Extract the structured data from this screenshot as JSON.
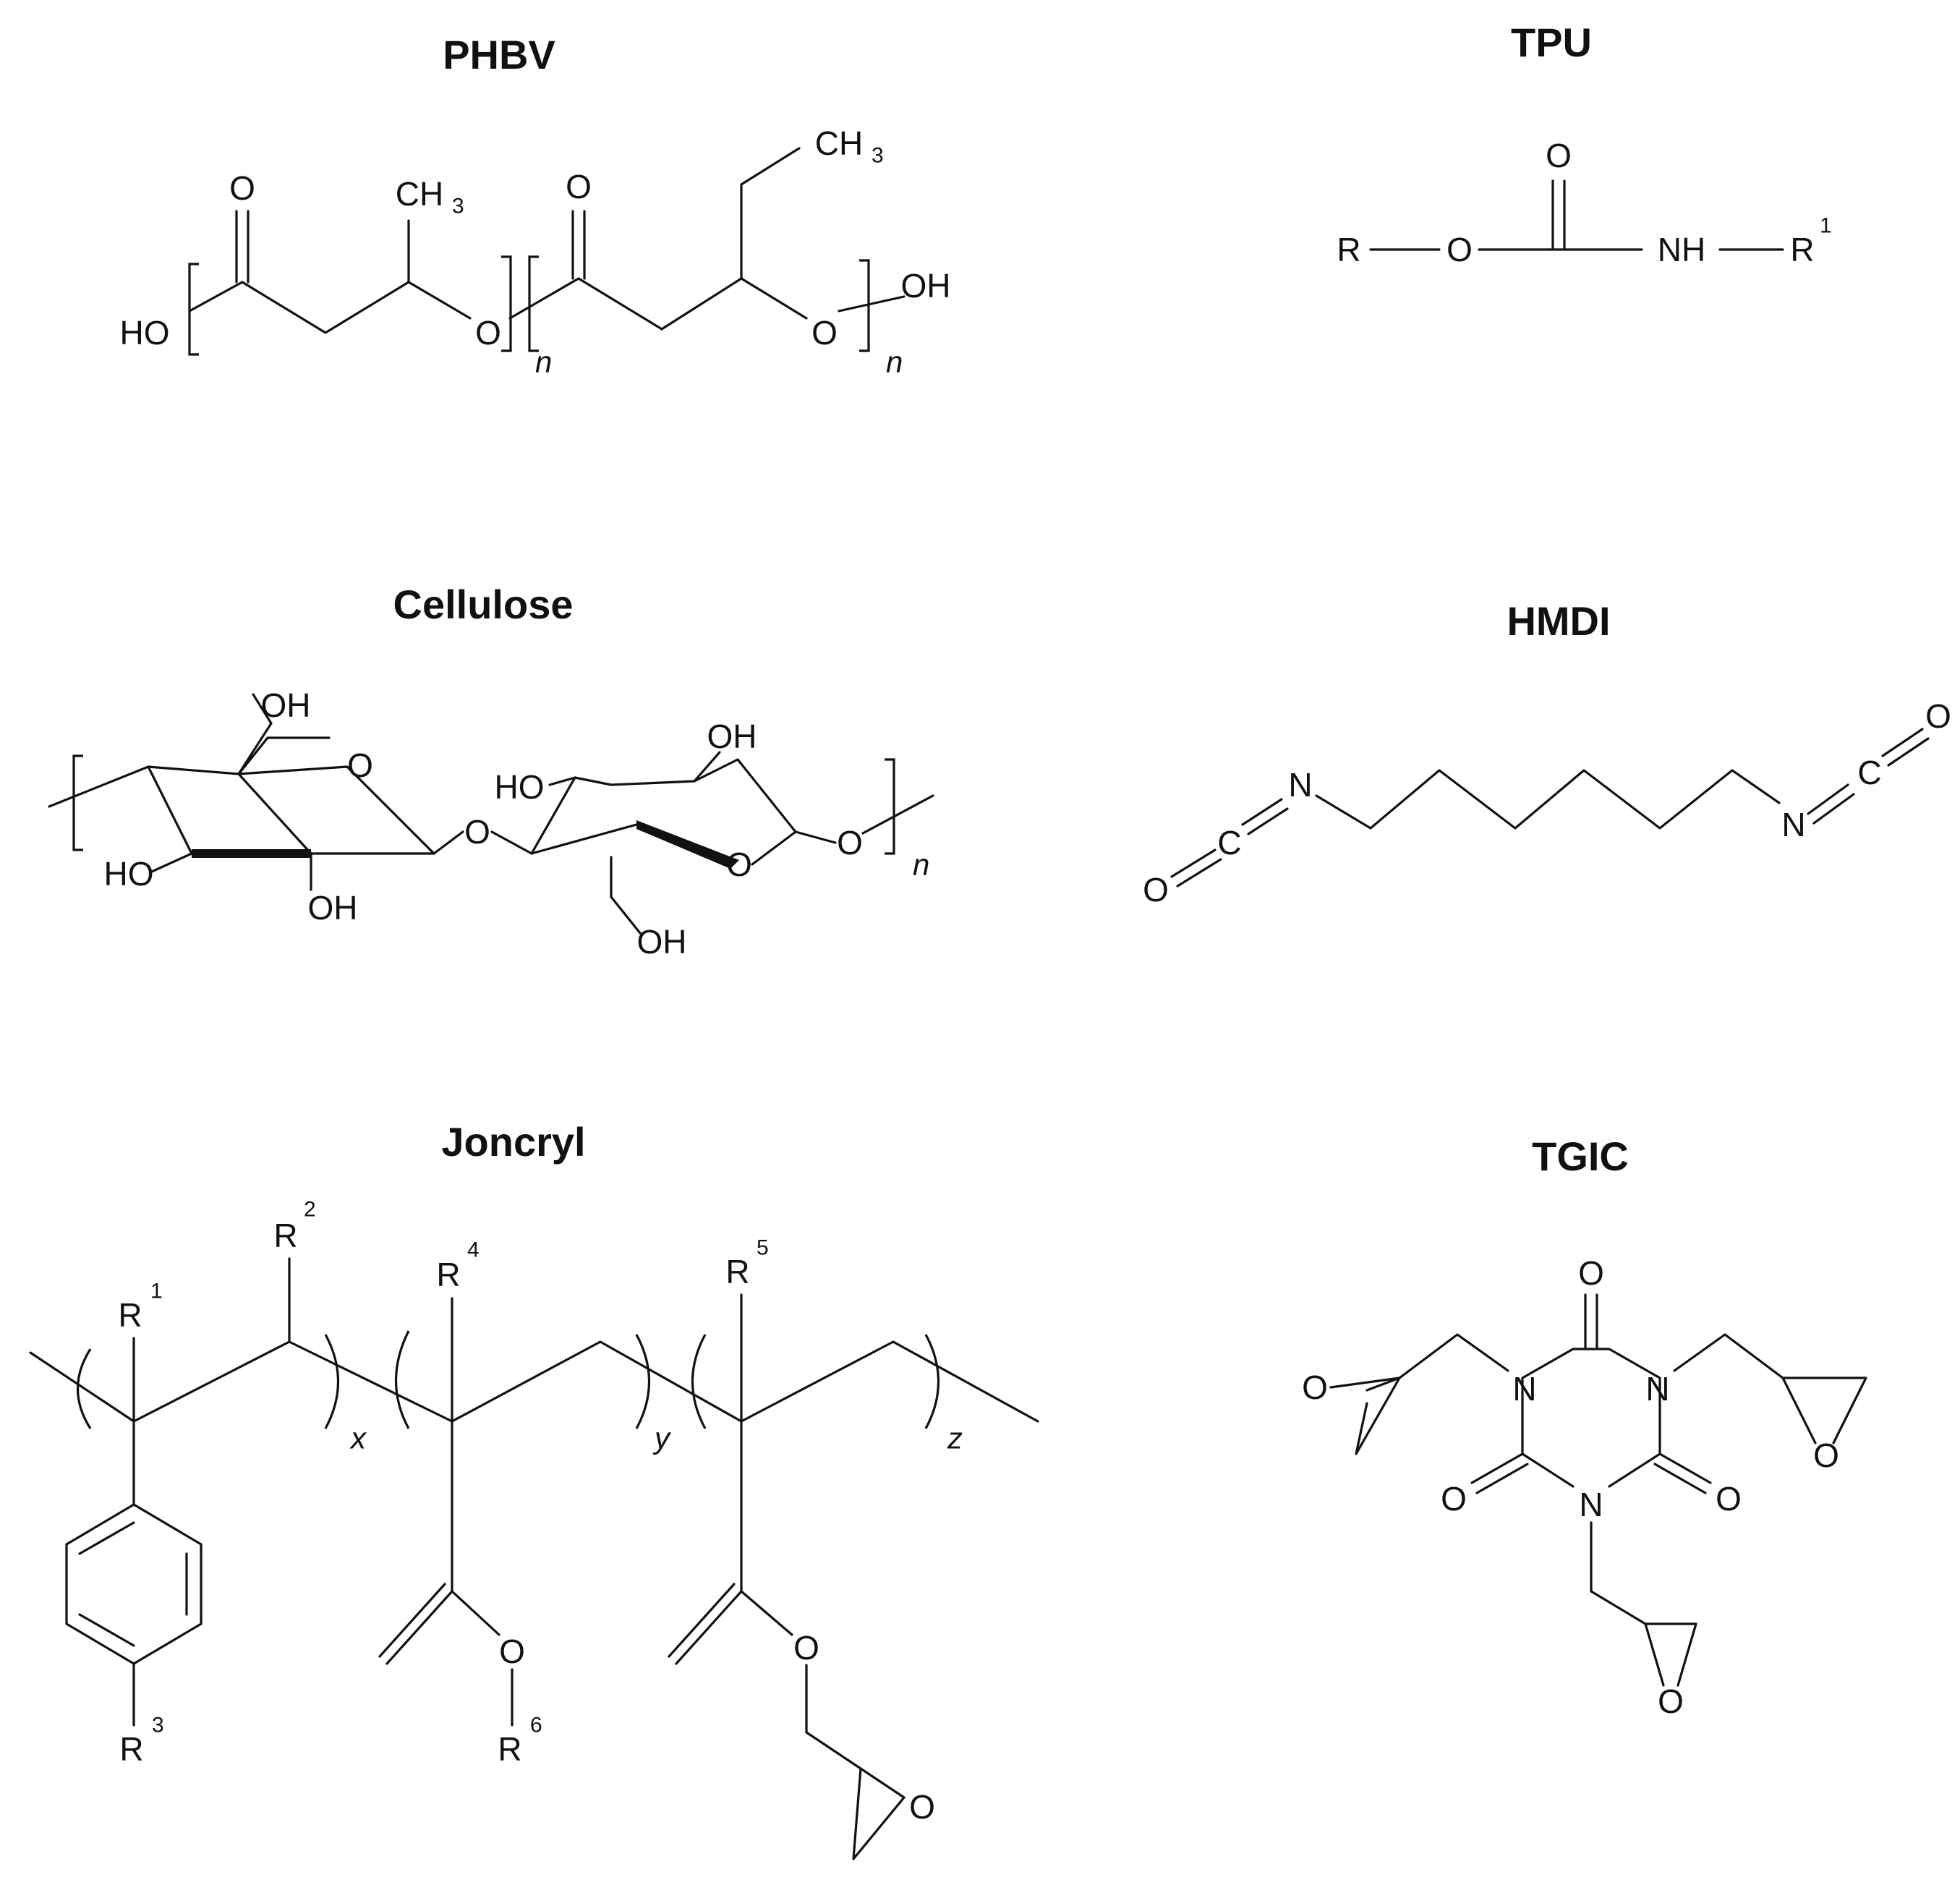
{
  "structures": {
    "phbv": {
      "title": "PHBV",
      "labels": {
        "ho": "HO",
        "oh": "OH",
        "o1": "O",
        "o2": "O",
        "o3": "O",
        "o4": "O",
        "ch3a": "CH",
        "ch3b": "CH",
        "sub3": "3",
        "n1": "n",
        "n2": "n"
      }
    },
    "tpu": {
      "title": "TPU",
      "labels": {
        "r": "R",
        "o_ester": "O",
        "o_carbonyl": "O",
        "nh": "NH",
        "r1": "R",
        "sup1": "1"
      }
    },
    "cellulose": {
      "title": "Cellulose",
      "labels": {
        "oh": "OH",
        "ho": "HO",
        "o": "O",
        "n": "n"
      }
    },
    "hmdi": {
      "title": "HMDI",
      "labels": {
        "o": "O",
        "c": "C",
        "n": "N"
      }
    },
    "joncryl": {
      "title": "Joncryl",
      "labels": {
        "r": "R",
        "o": "O",
        "sup1": "1",
        "sup2": "2",
        "sup3": "3",
        "sup4": "4",
        "sup5": "5",
        "sup6": "6",
        "x": "x",
        "y": "y",
        "z": "z"
      }
    },
    "tgic": {
      "title": "TGIC",
      "labels": {
        "n": "N",
        "o": "O"
      }
    }
  }
}
